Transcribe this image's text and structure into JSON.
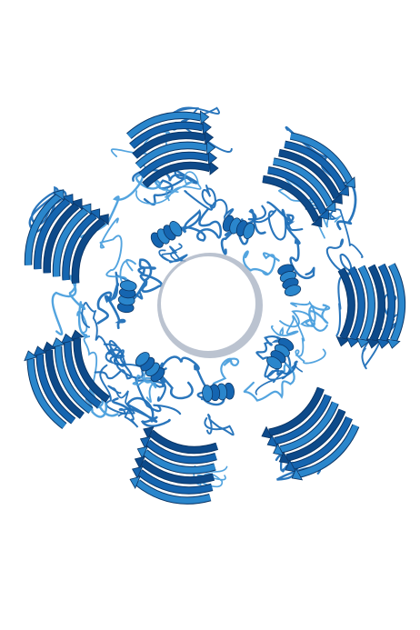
{
  "image": {
    "subject": "protein-ribbon-ring",
    "colors": {
      "background": "#ffffff",
      "strand_dark": "#0d4a8a",
      "strand_mid": "#1565b0",
      "strand_light": "#2a86cc",
      "strand_edge": "#0a3566",
      "loop": "#1f6fb8",
      "loop_light": "#4a9fdd",
      "pore_fill": "#ffffff",
      "pore_rim": "#aab4c4"
    },
    "subunit_count": 7,
    "sheet_strand_count": 6,
    "helix_count": 7
  }
}
